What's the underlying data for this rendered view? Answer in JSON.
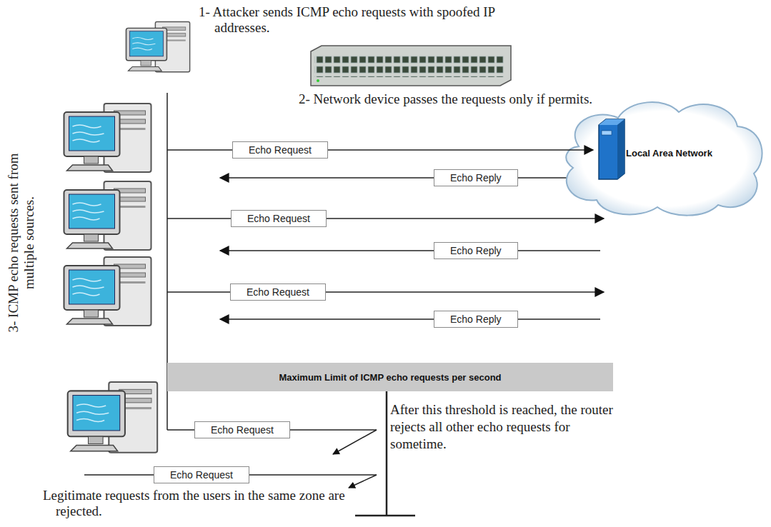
{
  "diagram": {
    "nodes": [
      {
        "text": [
          "Local Area Network"
        ]
      },
      {
        "text": [
          "Echo Request"
        ]
      },
      {
        "text": [
          "Echo Reply"
        ]
      },
      {
        "text": [
          "Echo Request"
        ]
      },
      {
        "text": [
          "Echo Reply"
        ]
      },
      {
        "text": [
          "Echo Request"
        ]
      },
      {
        "text": [
          "Echo Reply"
        ]
      },
      {
        "text": [
          "Maximum Limit of ICMP echo requests per second"
        ]
      },
      {
        "text": [
          "Echo Request"
        ]
      },
      {
        "text": [
          "Echo Request"
        ]
      }
    ],
    "edges": [
      {
        "from": 1,
        "to": 0,
        "arrow": "to"
      }
    ],
    "labels": [
      "1- Attacker sends ICMP echo requests with spoofed IP addresses.",
      "2- Network device passes the requests only if permits.",
      "3- ICMP echo requests sent from multiple sources.",
      "After this threshold is reached, the router rejects all other echo requests for sometime.",
      "Legitimate requests from the users in the same zone are rejected."
    ]
  }
}
